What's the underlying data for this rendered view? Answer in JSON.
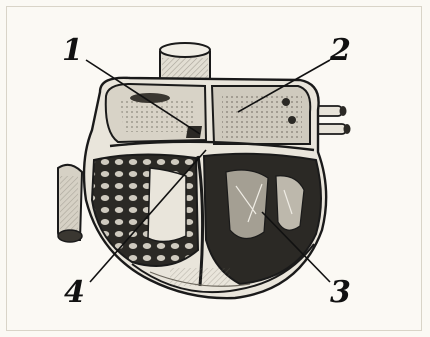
{
  "labels": {
    "one": "1",
    "two": "2",
    "three": "3",
    "four": "4"
  },
  "colors": {
    "background": "#fbf9f4",
    "ink": "#1a1a1a",
    "shade": "#8a8578",
    "light": "#e9e5db"
  }
}
